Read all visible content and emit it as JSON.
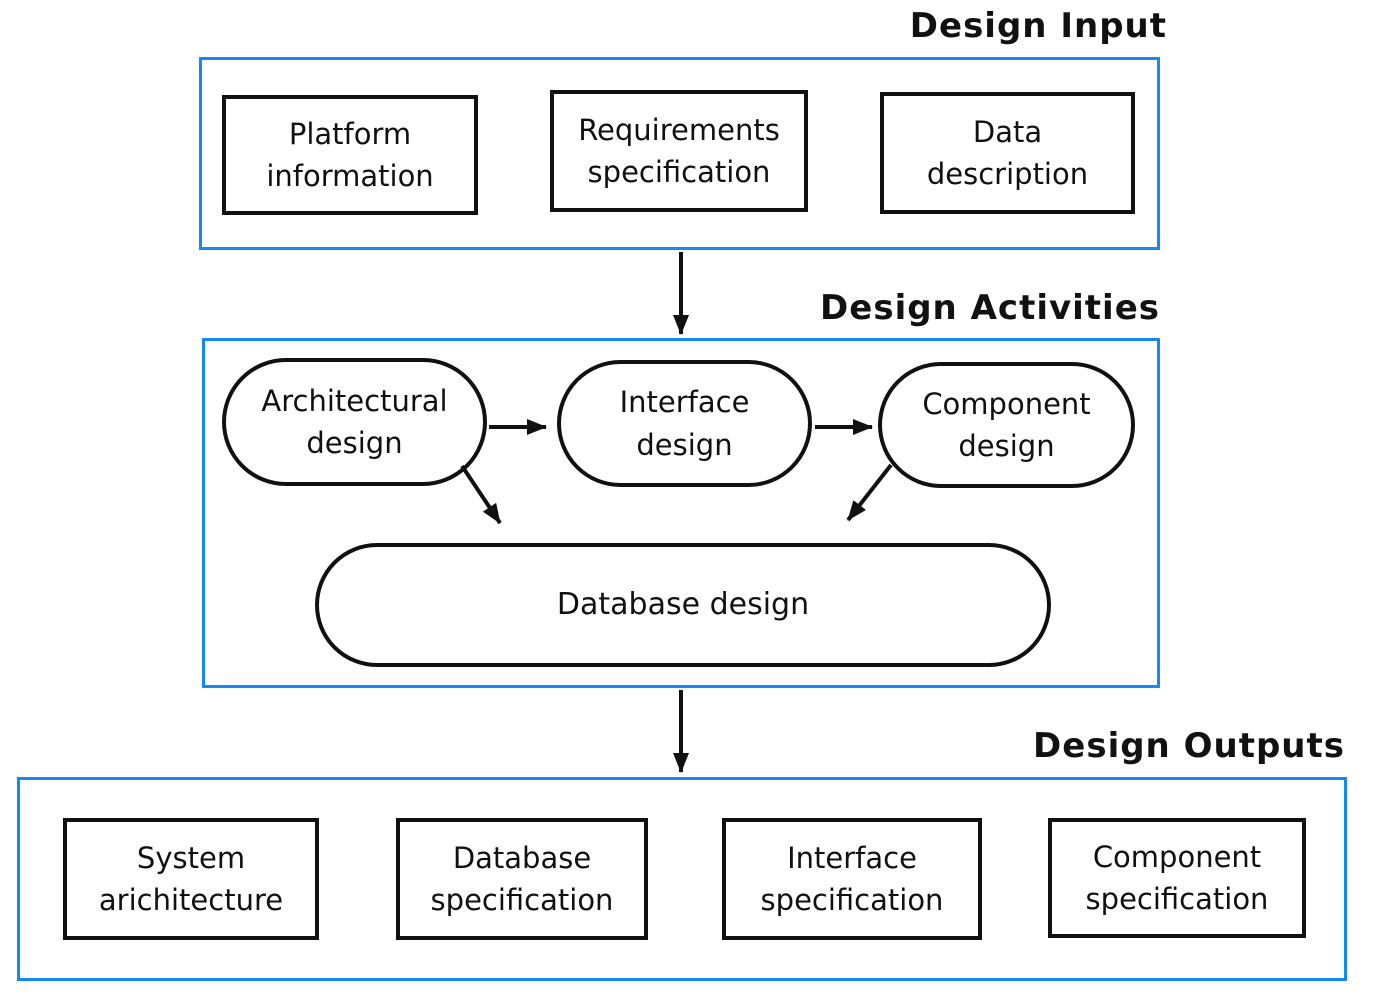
{
  "colors": {
    "section_border": "#1588f2",
    "shape_border": "#111111",
    "text": "#111111",
    "background": "#ffffff"
  },
  "sections": {
    "input": {
      "title": "Design Input",
      "boxes": [
        {
          "label": "Platform information"
        },
        {
          "label": "Requirements specification"
        },
        {
          "label": "Data description"
        }
      ]
    },
    "activities": {
      "title": "Design Activities",
      "nodes": [
        {
          "label": "Architectural design"
        },
        {
          "label": "Interface design"
        },
        {
          "label": "Component design"
        }
      ],
      "database_node": {
        "label": "Database design"
      }
    },
    "outputs": {
      "title": "Design Outputs",
      "boxes": [
        {
          "label": "System arichitecture"
        },
        {
          "label": "Database specification"
        },
        {
          "label": "Interface specification"
        },
        {
          "label": "Component specification"
        }
      ]
    }
  },
  "arrows": [
    {
      "name": "input-to-activities",
      "direction": "down"
    },
    {
      "name": "architectural-to-interface",
      "direction": "right"
    },
    {
      "name": "interface-to-component",
      "direction": "right"
    },
    {
      "name": "architectural-to-database",
      "direction": "down-right"
    },
    {
      "name": "component-to-database",
      "direction": "down-left"
    },
    {
      "name": "activities-to-outputs",
      "direction": "down"
    }
  ]
}
